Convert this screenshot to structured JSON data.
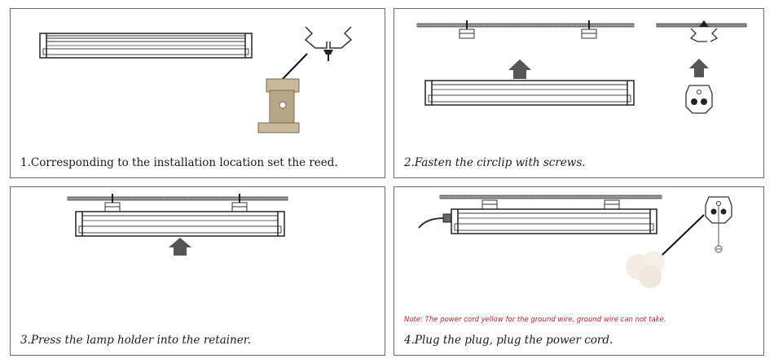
{
  "steps": [
    {
      "caption": "1.Corresponding to the installation location set the reed."
    },
    {
      "caption": "2.Fasten the circlip with screws."
    },
    {
      "caption": "3.Press the lamp holder into the retainer."
    },
    {
      "caption": "4.Plug the plug, plug the power cord.",
      "note": "Note: The power cord yellow for the ground wire, ground wire can not take."
    }
  ],
  "colors": {
    "note": "#d22020",
    "border": "#6a6a6a",
    "arrow": "#555555"
  }
}
